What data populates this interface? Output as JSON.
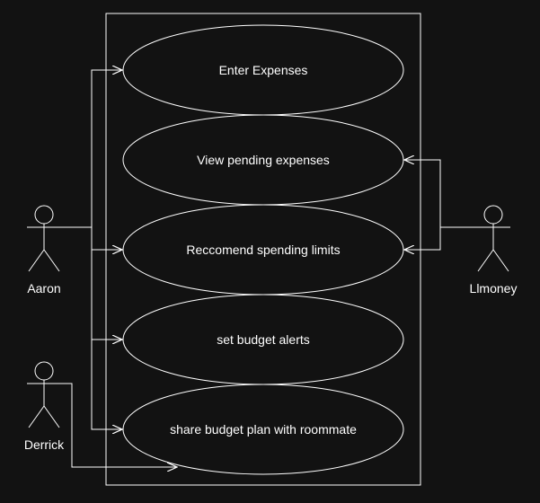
{
  "diagram": {
    "use_cases": [
      {
        "id": "uc1",
        "label": "Enter Expenses"
      },
      {
        "id": "uc2",
        "label": "View pending expenses"
      },
      {
        "id": "uc3",
        "label": "Reccomend spending limits"
      },
      {
        "id": "uc4",
        "label": "set budget alerts"
      },
      {
        "id": "uc5",
        "label": "share budget plan with roommate"
      }
    ],
    "actors": [
      {
        "id": "aaron",
        "label": "Aaron"
      },
      {
        "id": "llmoney",
        "label": "Llmoney"
      },
      {
        "id": "derrick",
        "label": "Derrick"
      }
    ],
    "colors": {
      "background": "#121212",
      "stroke": "#ffffff",
      "text": "#ffffff"
    }
  }
}
